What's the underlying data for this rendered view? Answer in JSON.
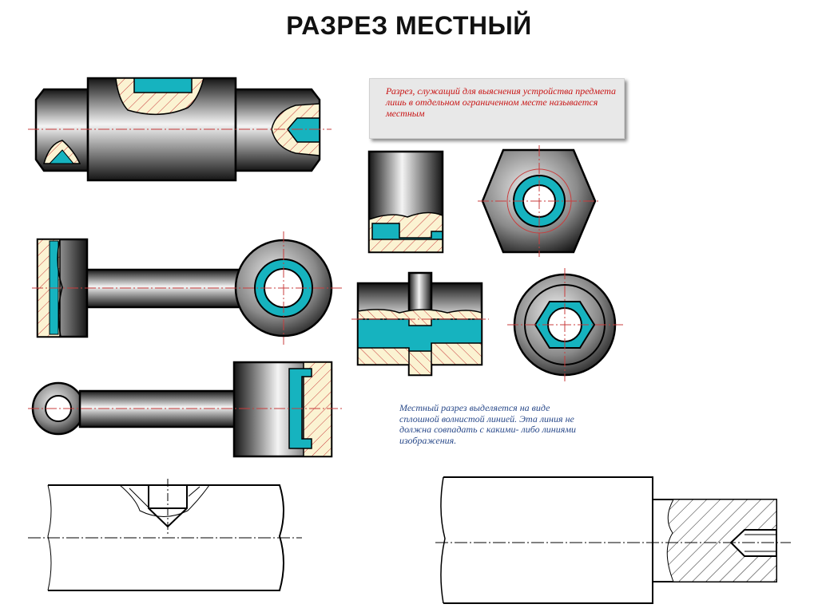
{
  "slide": {
    "title": "РАЗРЕЗ МЕСТНЫЙ",
    "definition": "Разрез, служащий для выяснения устройства предмета лишь в отдельном ограниченном месте называется местным",
    "note": "Местный разрез выделяется на виде сплошной волнистой линией. Эта линия не должна совпадать с какими- либо линиями изображения."
  },
  "colors": {
    "accent_cyan": "#16b3bf",
    "hatch_fill": "#fbf3d2",
    "hatch_line": "#c83c3c",
    "definition_text": "#c81414",
    "note_text": "#2a4a8a"
  },
  "figures": [
    "shaft-with-keyway-and-center-hole",
    "t-rod-with-eye-side-view",
    "rod-with-eye-and-flange",
    "sleeve-with-local-section",
    "hex-nut-top-view",
    "stepped-bushing-with-local-section",
    "hex-socket-bushing-top-view",
    "cylinder-with-drilled-hole-line-drawing",
    "stepped-shaft-with-threaded-hole-line-drawing"
  ]
}
